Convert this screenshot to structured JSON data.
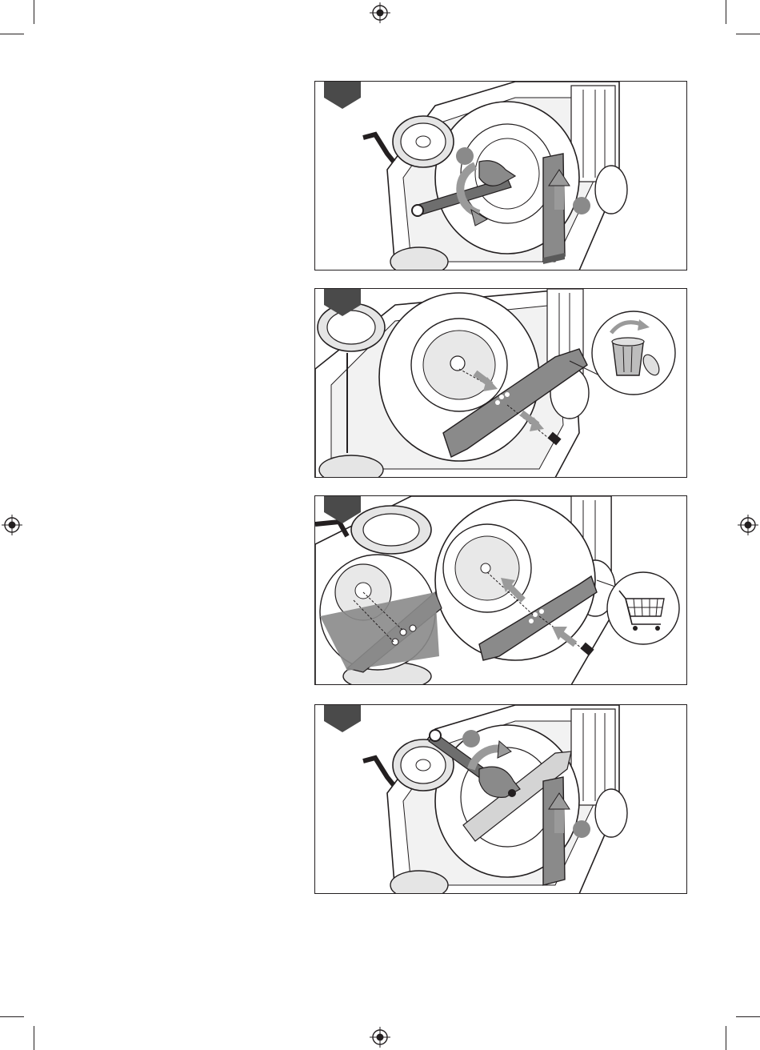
{
  "page": {
    "title": "",
    "steps": [
      {
        "id": 1,
        "actions": [
          "loosen-bolt",
          "hold-blade"
        ]
      },
      {
        "id": 2,
        "actions": [
          "remove-bolt",
          "remove-blade",
          "dispose"
        ]
      },
      {
        "id": 3,
        "actions": [
          "fit-new-blade",
          "insert-bolt",
          "buy-replacement"
        ]
      },
      {
        "id": 4,
        "actions": [
          "tighten-bolt",
          "hold-blade"
        ]
      }
    ]
  },
  "colors": {
    "ink": "#231f20",
    "tab": "#4a4a4a",
    "shade": "#8a8a8a",
    "light": "#d4d4d4"
  },
  "icons": [
    "wrench-icon",
    "rotate-arrow-icon",
    "up-arrow-icon",
    "trash-can-icon",
    "shopping-cart-icon",
    "registration-mark-icon"
  ]
}
